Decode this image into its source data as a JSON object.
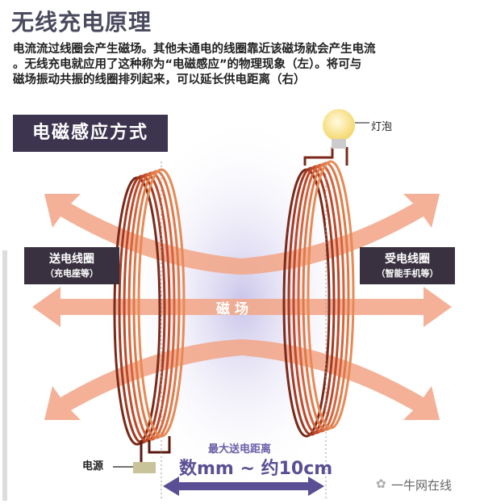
{
  "title": "无线充电原理",
  "description": [
    "电流流过线圈会产生磁场。其他未通电的线圈靠近该磁场就会产生电流",
    "。无线充电就应用了这种称为“电磁感应”的物理现象（左）。将可与",
    "磁场振动共振的线圈排列起来，可以延长供电距离（右）"
  ],
  "method_label": "电磁感应方式",
  "transmitter": {
    "label": "送电线圈",
    "sub": "（充电座等）"
  },
  "receiver": {
    "label": "受电线圈",
    "sub": "（智能手机等）"
  },
  "field_label": "磁场",
  "bulb_label": "灯泡",
  "power_label": "电源",
  "distance": {
    "caption": "最大送电距离",
    "value": "数mm ~ 约10cm"
  },
  "watermark": "一牛网在线",
  "colors": {
    "arrow": "#f3a98c",
    "coil": "#b5462a",
    "box": "#3d3550",
    "distance": "#5a4f95"
  }
}
